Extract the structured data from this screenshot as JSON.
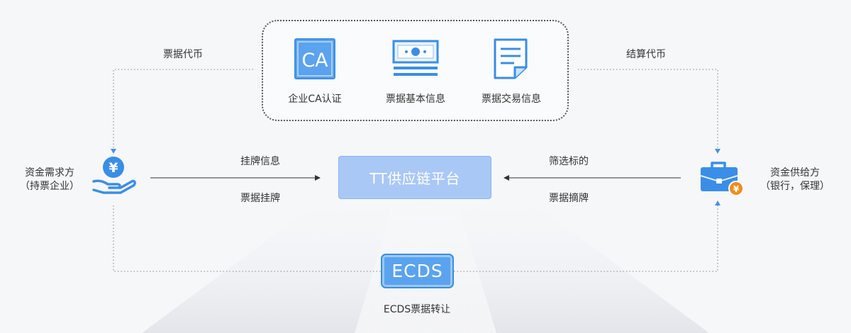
{
  "top_left_label": "票据代币",
  "top_right_label": "结算代币",
  "docs": [
    {
      "label": "企业CA认证",
      "icon": "ca-certificate-icon",
      "icon_text": "CA"
    },
    {
      "label": "票据基本信息",
      "icon": "banknote-icon"
    },
    {
      "label": "票据交易信息",
      "icon": "document-icon"
    }
  ],
  "demand": {
    "line1": "资金需求方",
    "line2": "（持票企业）",
    "icon": "hand-yen-icon",
    "currency_glyph": "¥"
  },
  "supply": {
    "line1": "资金供给方",
    "line2": "（银行，保理）",
    "icon": "briefcase-yen-icon",
    "currency_glyph": "¥"
  },
  "platform": {
    "label": "TT供应链平台"
  },
  "left_flow": {
    "top": "挂牌信息",
    "bottom": "票据挂牌"
  },
  "right_flow": {
    "top": "筛选标的",
    "bottom": "票据摘牌"
  },
  "ecds": {
    "badge": "ECDS",
    "caption": "ECDS票据转让"
  },
  "colors": {
    "accent": "#4a90e8",
    "platform": "#a9c8f6",
    "badge_orange": "#f08c1e"
  }
}
